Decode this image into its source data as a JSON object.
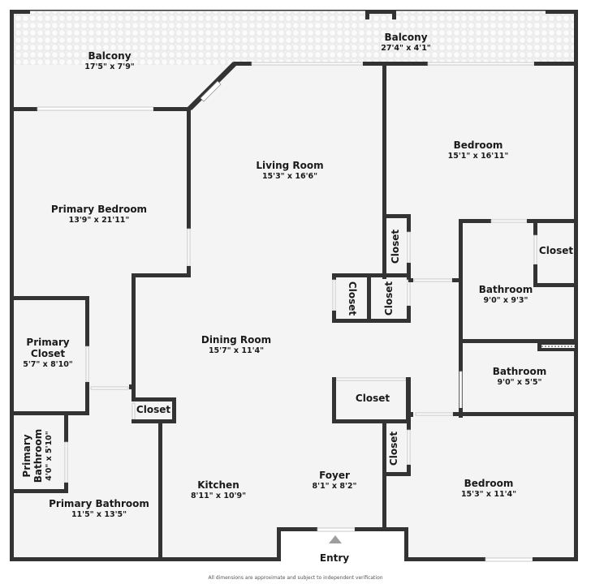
{
  "floorplan": {
    "colors": {
      "wall": "#333333",
      "floor": "#f4f4f4",
      "balcony_tile": "#ffffff",
      "entry_arrow": "#9e9e9e"
    },
    "rooms": {
      "balcony_left": {
        "name": "Balcony",
        "dims": "17'5\" x 7'9\""
      },
      "balcony_right": {
        "name": "Balcony",
        "dims": "27'4\" x 4'1\""
      },
      "living_room": {
        "name": "Living Room",
        "dims": "15'3\" x 16'6\""
      },
      "bedroom_top": {
        "name": "Bedroom",
        "dims": "15'1\" x 16'11\""
      },
      "primary_bedroom": {
        "name": "Primary Bedroom",
        "dims": "13'9\" x 21'11\""
      },
      "dining_room": {
        "name": "Dining Room",
        "dims": "15'7\" x 11'4\""
      },
      "primary_closet": {
        "name_line1": "Primary",
        "name_line2": "Closet",
        "dims": "5'7\" x 8'10\""
      },
      "primary_bathroom_small": {
        "name_line1": "Primary",
        "name_line2": "Bathroom",
        "dims": "4'0\" x 5'10\""
      },
      "primary_bathroom": {
        "name": "Primary Bathroom",
        "dims": "11'5\" x 13'5\""
      },
      "kitchen": {
        "name": "Kitchen",
        "dims": "8'11\" x 10'9\""
      },
      "foyer": {
        "name": "Foyer",
        "dims": "8'1\" x 8'2\""
      },
      "bathroom_top": {
        "name": "Bathroom",
        "dims": "9'0\" x 9'3\""
      },
      "bathroom_bottom": {
        "name": "Bathroom",
        "dims": "9'0\" x 5'5\""
      },
      "bedroom_bottom": {
        "name": "Bedroom",
        "dims": "15'3\" x 11'4\""
      },
      "entry": {
        "name": "Entry"
      }
    },
    "closets": {
      "closet_bedroom_vertical": "Closet",
      "closet_hall_left": "Closet",
      "closet_hall_right": "Closet",
      "closet_bathroom": "Closet",
      "closet_primary": "Closet",
      "closet_hall_lower": "Closet",
      "closet_bedroom_bottom": "Closet"
    },
    "footer_note": "All dimensions are approximate and subject to independent verification"
  }
}
